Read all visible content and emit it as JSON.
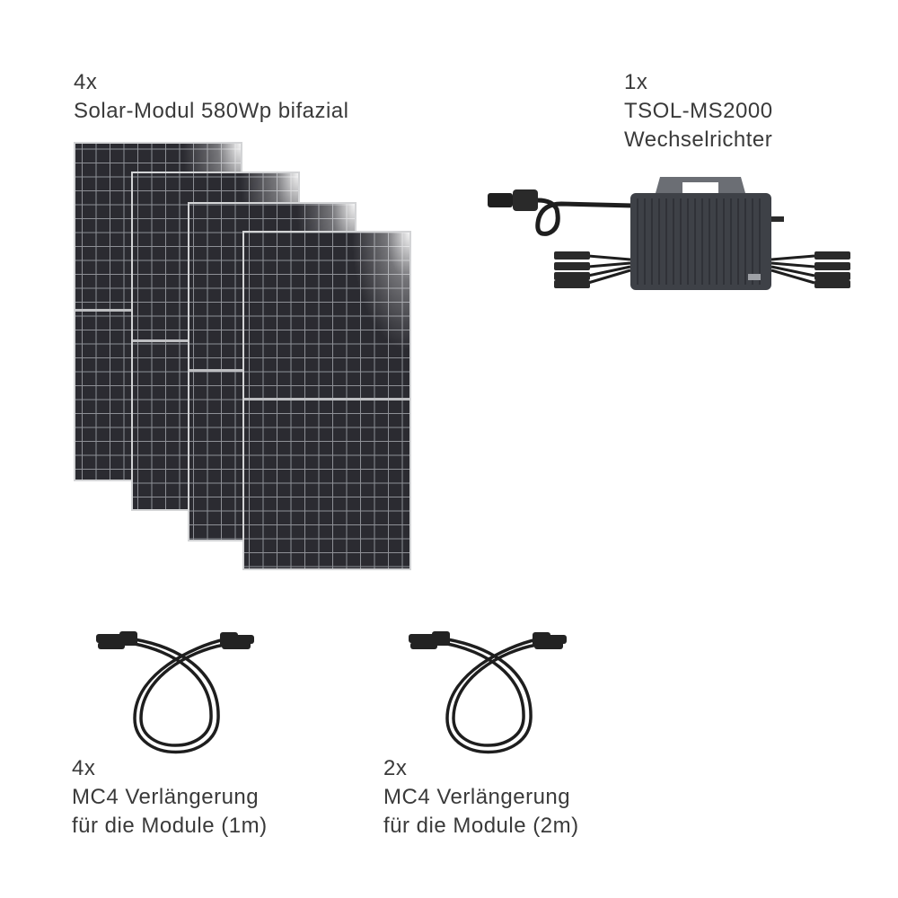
{
  "items": {
    "panels": {
      "quantity": "4x",
      "name": "Solar-Modul 580Wp bifazial",
      "icon": "solar-panel-icon"
    },
    "inverter": {
      "quantity": "1x",
      "name_line1": "TSOL-MS2000",
      "name_line2": "Wechselrichter",
      "icon": "inverter-icon"
    },
    "cable_1m": {
      "quantity": "4x",
      "name_line1": "MC4 Verlängerung",
      "name_line2": "für die Module (1m)",
      "icon": "cable-icon"
    },
    "cable_2m": {
      "quantity": "2x",
      "name_line1": "MC4 Verlängerung",
      "name_line2": "für die Module (2m)",
      "icon": "cable-icon"
    }
  },
  "colors": {
    "background": "#ffffff",
    "text": "#3a3a3a",
    "panel_cell": "#2b2b31",
    "panel_frame": "#c9cacc",
    "inverter_body": "#3e4147",
    "cable": "#1e1e1e"
  }
}
